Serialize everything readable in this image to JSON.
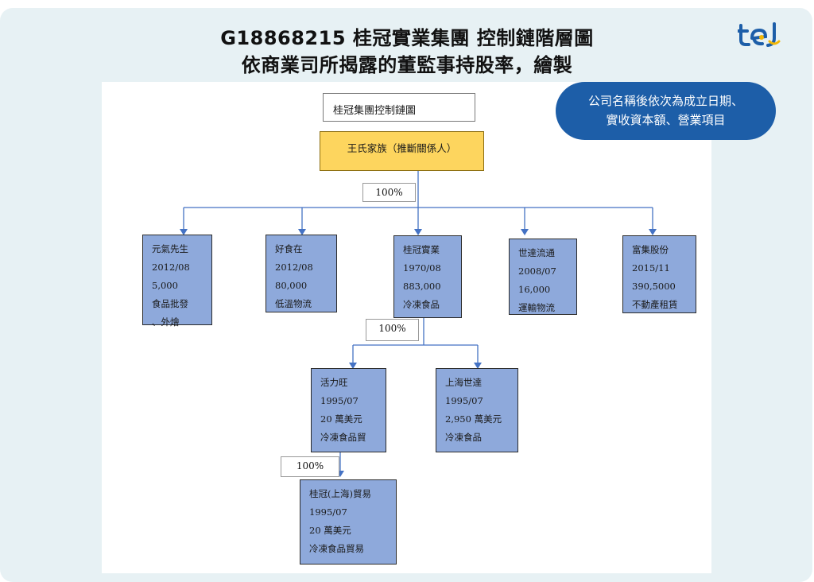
{
  "title_line1": "G18868215 桂冠實業集團 控制鏈階層圖",
  "title_line2": "依商業司所揭露的董監事持股率，繪製",
  "logo_icon": "tej-logo-icon",
  "note": {
    "line1": "公司名稱後依次為成立日期、",
    "line2": "實收資本額、營業項目"
  },
  "diagram": {
    "header": "桂冠集團控制鏈圖",
    "family": "王氏家族（推斷關係人）",
    "pct_top": "100%",
    "pct_mid": "100%",
    "pct_low": "100%",
    "companies": [
      {
        "lines": [
          "元氣先生",
          "2012/08",
          "5,000",
          "食品批發",
          "、外燴"
        ]
      },
      {
        "lines": [
          "好食在",
          "2012/08",
          "80,000",
          "低溫物流"
        ]
      },
      {
        "lines": [
          "桂冠實業",
          "1970/08",
          "883,000",
          "冷凍食品"
        ]
      },
      {
        "lines": [
          "世達流通",
          "2008/07",
          "16,000",
          "運輸物流"
        ]
      },
      {
        "lines": [
          "富集股份",
          "2015/11",
          "390,5000",
          "不動產租賃"
        ]
      },
      {
        "lines": [
          "活力旺",
          "1995/07",
          "20 萬美元",
          "冷凍食品貿"
        ]
      },
      {
        "lines": [
          "上海世達",
          "1995/07",
          "2,950 萬美元",
          "冷凍食品"
        ]
      },
      {
        "lines": [
          "桂冠(上海)貿易",
          "1995/07",
          "20 萬美元",
          "冷凍食品貿易"
        ]
      }
    ]
  },
  "colors": {
    "company_fill": "#8ea9db",
    "family_fill": "#fdd55e",
    "connector": "#4472c4",
    "note_fill": "#1d5ea8"
  }
}
